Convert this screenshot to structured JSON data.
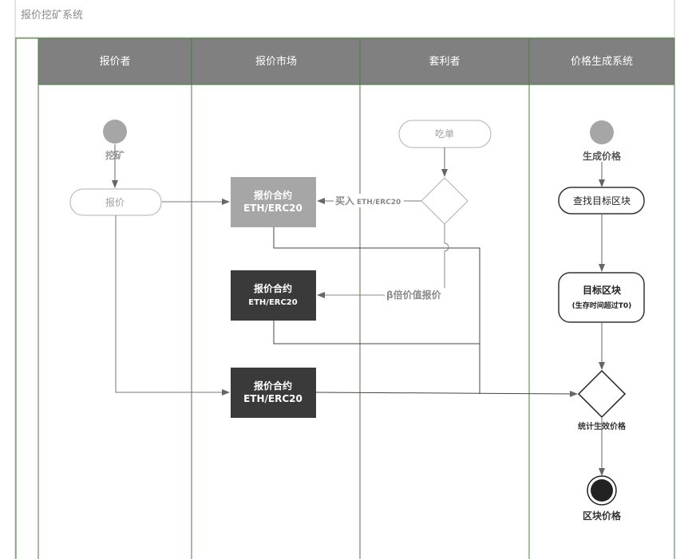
{
  "title": "报价挖矿系统",
  "lanes": [
    "报价者",
    "报价市场",
    "套利者",
    "价格生成系统"
  ],
  "nodes": {
    "mining": "挖矿",
    "quote": "报价",
    "eat_order": "吃单",
    "buy_label": "买入",
    "buy_token": "ETH/ERC20",
    "beta_label": "β倍价值报价",
    "contract1_line1": "报价合约",
    "contract1_line2": "ETH/ERC20",
    "contract2_line1": "报价合约",
    "contract2_line2": "ETH/ERC20",
    "contract3_line1": "报价合约",
    "contract3_line2": "ETH/ERC20",
    "generate_price": "生成价格",
    "find_block": "查找目标区块",
    "target_block": "目标区块",
    "target_block_note": "(生存时间超过T0)",
    "stat_price": "统计生效价格",
    "block_price": "区块价格"
  },
  "colors": {
    "lane_header": "#808080",
    "lane_border": "#4e7a3e",
    "light_node": "#a6a6a6",
    "dark_node": "#3a3a3a",
    "line": "#555555"
  }
}
